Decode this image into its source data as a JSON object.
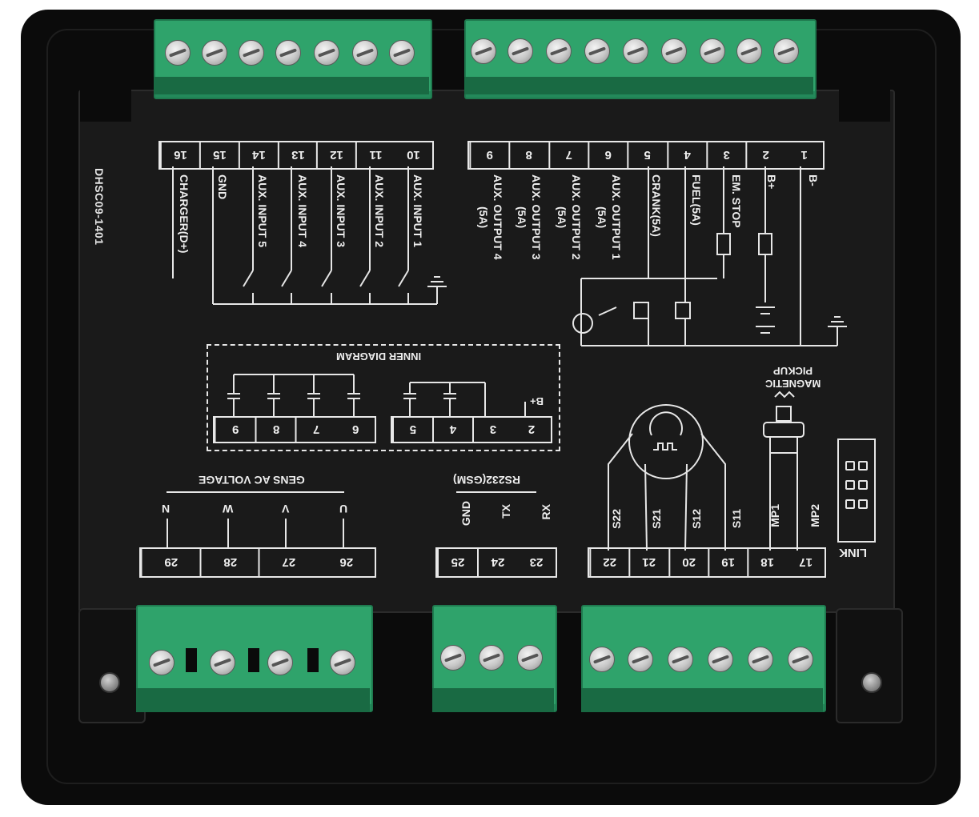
{
  "device": {
    "model": "DHSC09-1401",
    "housing_color": "#0b0b0b",
    "terminal_color": "#2fa36b"
  },
  "top_left_terminals": {
    "numbers": [
      "16",
      "15",
      "14",
      "13",
      "12",
      "11",
      "10"
    ],
    "labels": [
      "CHARGER(D+)",
      "GND",
      "AUX. INPUT 5",
      "AUX. INPUT 4",
      "AUX. INPUT 3",
      "AUX. INPUT 2",
      "AUX. INPUT 1"
    ]
  },
  "top_right_terminals": {
    "numbers": [
      "9",
      "8",
      "7",
      "6",
      "5",
      "4",
      "3",
      "2",
      "1"
    ],
    "labels": [
      "AUX. OUTPUT 4",
      "(5A)",
      "AUX. OUTPUT 3",
      "(5A)",
      "AUX. OUTPUT 2",
      "(5A)",
      "AUX. OUTPUT 1",
      "(5A)",
      "CRANK(5A)",
      "FUEL(5A)",
      "EM. STOP",
      "B+",
      "B-"
    ]
  },
  "inner_diagram": {
    "title": "INNER DIAGRAM",
    "bplus": "B+",
    "left_numbers": [
      "9",
      "8",
      "7",
      "6"
    ],
    "right_numbers": [
      "5",
      "4",
      "3",
      "2"
    ]
  },
  "magnetic_pickup": {
    "label_line1": "MAGNETIC",
    "label_line2": "PICKUP"
  },
  "gens_ac": {
    "title": "GENS AC VOLTAGE",
    "phases": [
      "N",
      "W",
      "V",
      "U"
    ],
    "numbers": [
      "29",
      "28",
      "27",
      "26"
    ]
  },
  "rs232": {
    "title": "RS232(GSM)",
    "signals": [
      "GND",
      "TX",
      "RX"
    ],
    "numbers": [
      "25",
      "24",
      "23"
    ]
  },
  "sensors": {
    "signals": [
      "S22",
      "S21",
      "S12",
      "S11",
      "MP1",
      "MP2"
    ],
    "numbers": [
      "22",
      "21",
      "20",
      "19",
      "18",
      "17"
    ]
  },
  "link": {
    "label": "LINK"
  }
}
